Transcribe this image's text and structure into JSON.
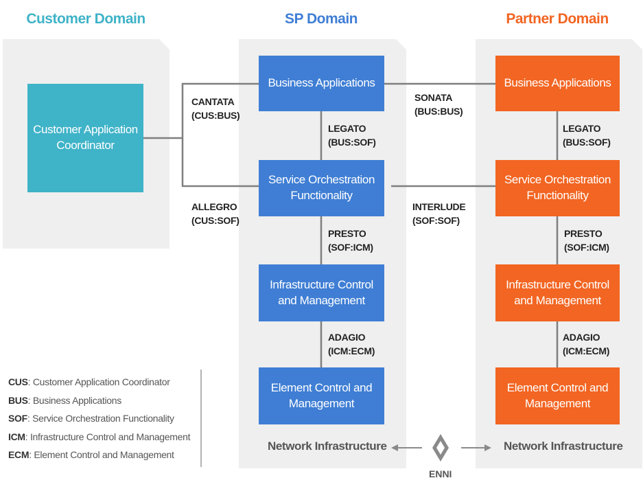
{
  "domains": {
    "customer": {
      "title": "Customer Domain",
      "color": "#3fb3c8"
    },
    "sp": {
      "title": "SP Domain",
      "color": "#3f7ed4"
    },
    "partner": {
      "title": "Partner Domain",
      "color": "#f26522"
    }
  },
  "boxes": {
    "customer_app": "Customer Application\nCoordinator",
    "sp_bus": "Business Applications",
    "sp_sof": "Service Orchestration\nFunctionality",
    "sp_icm": "Infrastructure Control\nand Management",
    "sp_ecm": "Element Control and\nManagement",
    "partner_bus": "Business Applications",
    "partner_sof": "Service Orchestration\nFunctionality",
    "partner_icm": "Infrastructure Control\nand Management",
    "partner_ecm": "Element Control and\nManagement"
  },
  "interfaces": {
    "cantata": "CANTATA\n(CUS:BUS)",
    "allegro": "ALLEGRO\n(CUS:SOF)",
    "sonata": "SONATA\n(BUS:BUS)",
    "interlude": "INTERLUDE\n(SOF:SOF)",
    "sp_legato": "LEGATO\n(BUS:SOF)",
    "sp_presto": "PRESTO\n(SOF:ICM)",
    "sp_adagio": "ADAGIO\n(ICM:ECM)",
    "partner_legato": "LEGATO\n(BUS:SOF)",
    "partner_presto": "PRESTO\n(SOF:ICM)",
    "partner_adagio": "ADAGIO\n(ICM:ECM)"
  },
  "network": {
    "sp": "Network Infrastructure",
    "partner": "Network Infrastructure",
    "enni": "ENNI"
  },
  "legend": [
    {
      "abbr": "CUS",
      "text": ": Customer Application Coordinator"
    },
    {
      "abbr": "BUS",
      "text": ": Business Applications"
    },
    {
      "abbr": "SOF",
      "text": ": Service Orchestration Functionality"
    },
    {
      "abbr": "ICM",
      "text": ": Infrastructure Control and Management"
    },
    {
      "abbr": "ECM",
      "text": ": Element Control and Management"
    }
  ]
}
